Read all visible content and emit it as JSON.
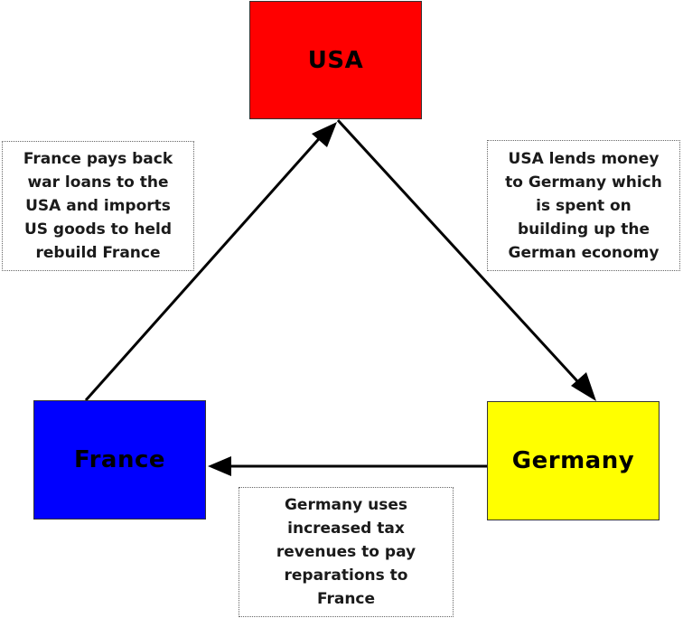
{
  "nodes": {
    "usa": {
      "label": "USA",
      "color": "#ff0000"
    },
    "france": {
      "label": "France",
      "color": "#0000ff"
    },
    "germany": {
      "label": "Germany",
      "color": "#ffff00"
    }
  },
  "notes": {
    "france_to_usa": "France pays back\nwar loans to the\nUSA and imports\nUS goods to held\nrebuild France",
    "usa_to_germany": "USA lends money\nto Germany which\nis spent on\nbuilding up the\nGerman economy",
    "germany_to_france": "Germany uses\nincreased tax\nrevenues to pay\nreparations to\nFrance"
  },
  "edges": [
    {
      "from": "usa",
      "to": "germany"
    },
    {
      "from": "germany",
      "to": "france"
    },
    {
      "from": "france",
      "to": "usa"
    }
  ]
}
